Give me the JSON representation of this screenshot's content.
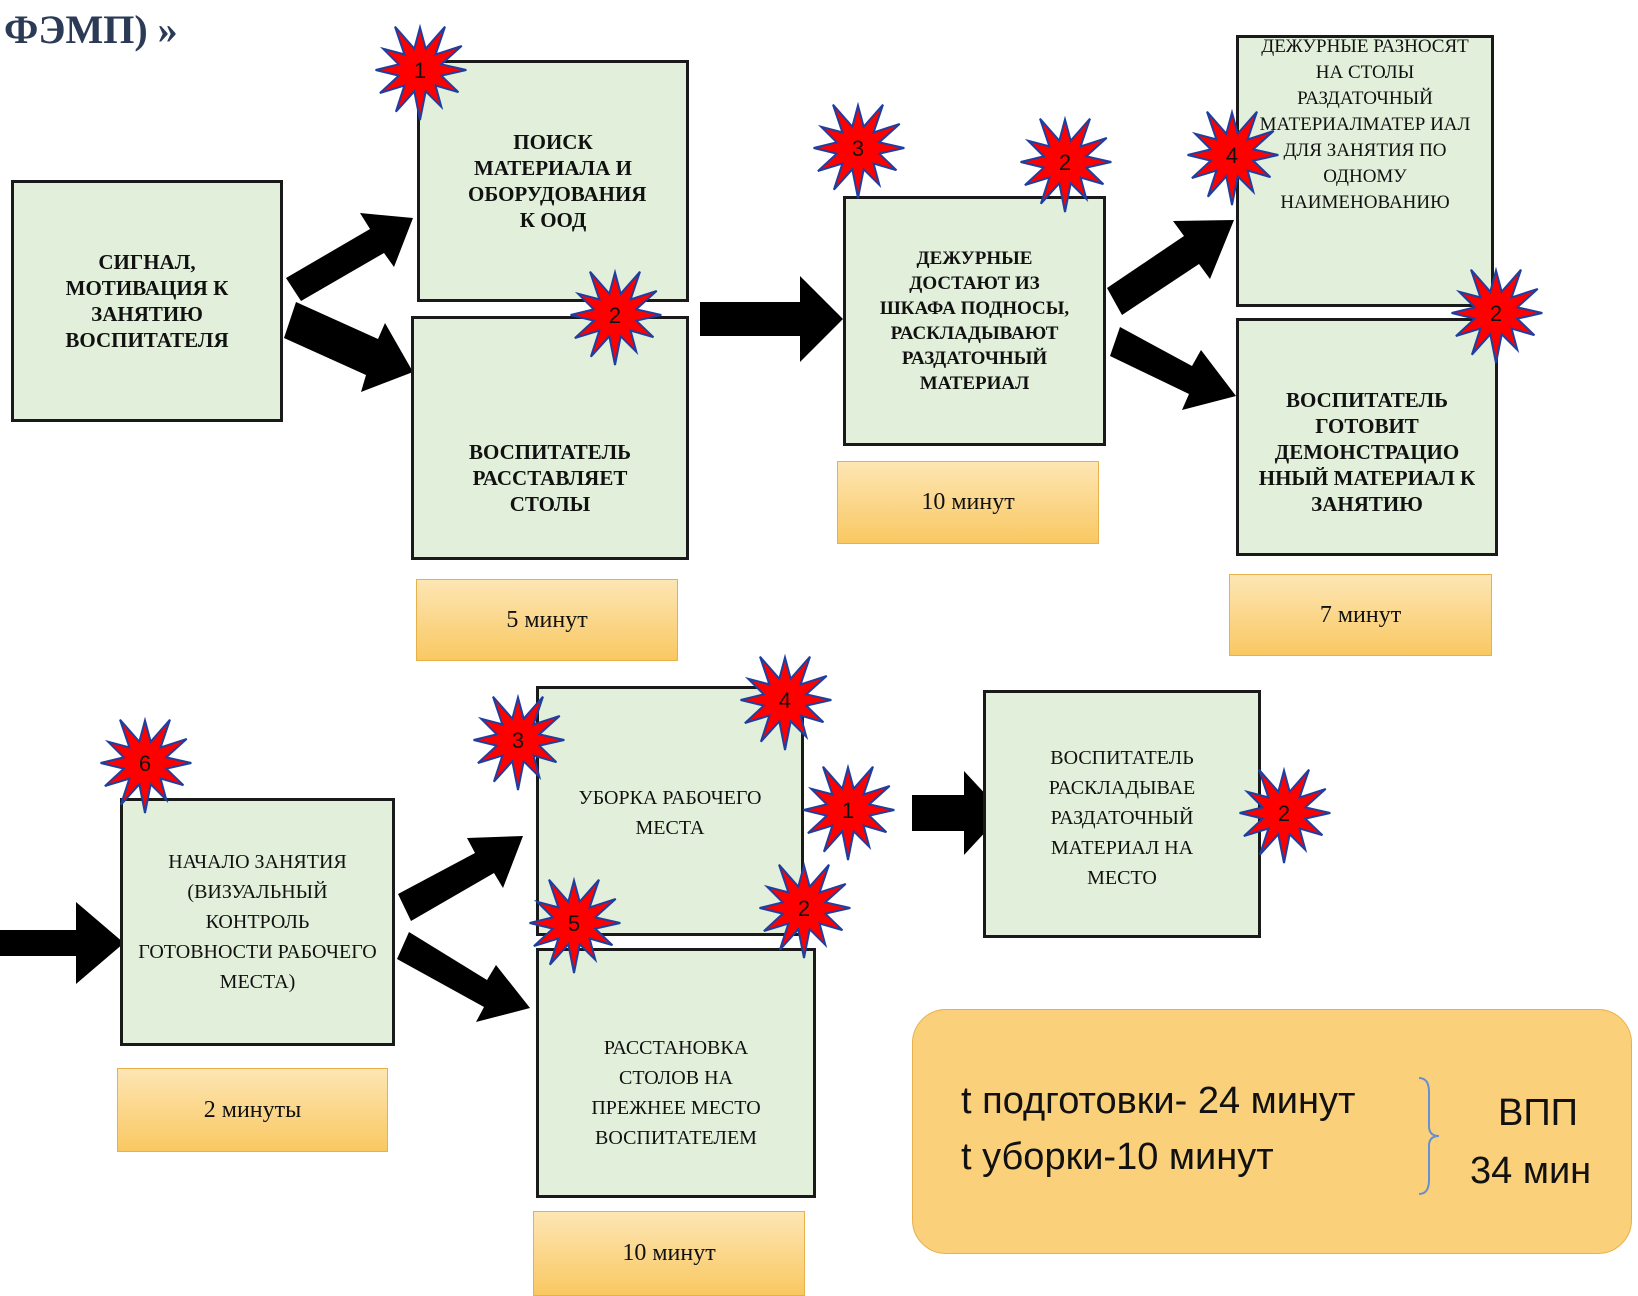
{
  "header": {
    "title_partial": "ФЭМП) »"
  },
  "boxes": {
    "signal": "СИГНАЛ, МОТИВАЦИЯ К ЗАНЯТИЮ ВОСПИТАТЕЛЯ",
    "search": "ПОИСК МАТЕРИАЛА И ОБОРУДОВАНИЯ К ООД",
    "tables": "ВОСПИТАТЕЛЬ РАССТАВЛЯЕТ СТОЛЫ",
    "duty_trays": "ДЕЖУРНЫЕ ДОСТАЮТ ИЗ ШКАФА ПОДНОСЫ, РАСКЛАДЫВАЮТ РАЗДАТОЧНЫЙ МАТЕРИАЛ",
    "duty_carry": "ДЕЖУРНЫЕ РАЗНОСЯТ НА СТОЛЫ РАЗДАТОЧНЫЙ МАТЕРИАЛМАТЕР ИАЛ ДЛЯ ЗАНЯТИЯ ПО ОДНОМУ НАИМЕНОВАНИЮ",
    "demo": "ВОСПИТАТЕЛЬ ГОТОВИТ ДЕМОНСТРАЦИО ННЫЙ МАТЕРИАЛ К ЗАНЯТИЮ",
    "start": "НАЧАЛО ЗАНЯТИЯ (ВИЗУАЛЬНЫЙ КОНТРОЛЬ ГОТОВНОСТИ РАБОЧЕГО МЕСТА)",
    "cleanup": "УБОРКА РАБОЧЕГО МЕСТА",
    "rearrange": "РАССТАНОВКА СТОЛОВ НА ПРЕЖНЕЕ МЕСТО ВОСПИТАТЕЛЕМ",
    "return": "ВОСПИТАТЕЛЬ РАСКЛАДЫВАЕ РАЗДАТОЧНЫЙ МАТЕРИАЛ НА МЕСТО"
  },
  "times": {
    "t1": "5 минут",
    "t2": "10 минут",
    "t3": "7 минут",
    "t4": "2 минуты",
    "t5": "10 минут"
  },
  "stars": [
    "1",
    "2",
    "3",
    "2",
    "4",
    "2",
    "6",
    "3",
    "4",
    "1",
    "5",
    "2",
    "2"
  ],
  "summary": {
    "line1": "t подготовки- 24 минут",
    "line2": "t уборки-10 минут",
    "total_label": "ВПП",
    "total_value": "34 мин"
  },
  "colors": {
    "box_fill": "#e2efda",
    "time_fill": "#f9c862",
    "star_fill": "#ff0000",
    "star_stroke": "#1f3fa0",
    "arrow": "#000000"
  }
}
